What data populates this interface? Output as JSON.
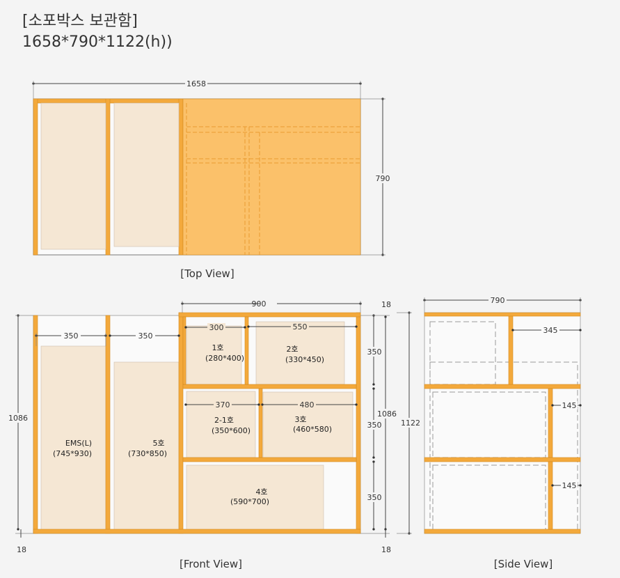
{
  "title": {
    "line1": "[소포박스 보관함]",
    "line2": "1658*790*1122(h))"
  },
  "captions": {
    "top": "[Top View]",
    "front": "[Front View]",
    "side": "[Side View]"
  },
  "dimensions": {
    "top_width": "1658",
    "top_depth": "790",
    "front_right_width": "900",
    "front_top_thickness": "18",
    "front_left_col": "350",
    "front_mid_col": "350",
    "front_box1_width": "300",
    "front_box2_width": "550",
    "front_box21_width": "370",
    "front_box3_width": "480",
    "front_inner_height": "1086",
    "front_total_height": "1122",
    "front_row1": "350",
    "front_row2": "350",
    "front_row3": "350",
    "front_right_inner_height": "1086",
    "front_bottom_left": "18",
    "front_bottom_right": "18",
    "side_width": "790",
    "side_top_depth": "345",
    "side_mid_depth": "145",
    "side_low_depth": "145"
  },
  "boxes": {
    "ems": {
      "name": "EMS(L)",
      "size": "(745*930)"
    },
    "b5": {
      "name": "5호",
      "size": "(730*850)"
    },
    "b1": {
      "name": "1호",
      "size": "(280*400)"
    },
    "b2": {
      "name": "2호",
      "size": "(330*450)"
    },
    "b21": {
      "name": "2-1호",
      "size": "(350*600)"
    },
    "b3": {
      "name": "3호",
      "size": "(460*580)"
    },
    "b4": {
      "name": "4호",
      "size": "(590*700)"
    }
  },
  "colors": {
    "wood": "#f3a93c",
    "wood_edge": "#d48a1e",
    "box": "#f5e7d4",
    "top_panel": "#fbc16a",
    "line": "#444444"
  }
}
